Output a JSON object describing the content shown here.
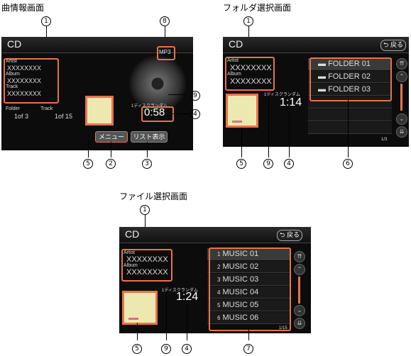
{
  "captions": {
    "song_info": "曲情報画面",
    "folder_select": "フォルダ選択画面",
    "file_select": "ファイル選択画面"
  },
  "screen_title": "CD",
  "back_label": "戻る",
  "info_labels": {
    "artist": "Artist",
    "album": "Album",
    "track": "Track",
    "artist_value": "XXXXXXXX",
    "album_value": "XXXXXXXX",
    "track_value": "XXXXXXXX"
  },
  "song_info": {
    "folder_label": "Folder",
    "folder_value": "1of 3",
    "track_label": "Track",
    "track_value": "1of 15",
    "format_badge": "MP3",
    "play_mode": "1ディスクランダム",
    "time": "0:58",
    "menu_button": "メニュー",
    "list_button": "リスト表示"
  },
  "folder_select": {
    "play_mode": "1ディスクランダム",
    "time": "1:14",
    "folders": [
      "FOLDER 01",
      "FOLDER 02",
      "FOLDER 03"
    ],
    "page": "1/3"
  },
  "file_select": {
    "play_mode": "1ディスクランダム",
    "time": "1:24",
    "files": [
      "MUSIC 01",
      "MUSIC 02",
      "MUSIC 03",
      "MUSIC 04",
      "MUSIC 05",
      "MUSIC 06"
    ],
    "file_numbers": [
      "1",
      "2",
      "3",
      "4",
      "5",
      "6"
    ],
    "page": "1/15"
  },
  "callouts": {
    "c1": "1",
    "c2": "2",
    "c3": "3",
    "c4": "4",
    "c5": "5",
    "c6": "6",
    "c7": "7",
    "c8": "8",
    "c9": "9"
  }
}
